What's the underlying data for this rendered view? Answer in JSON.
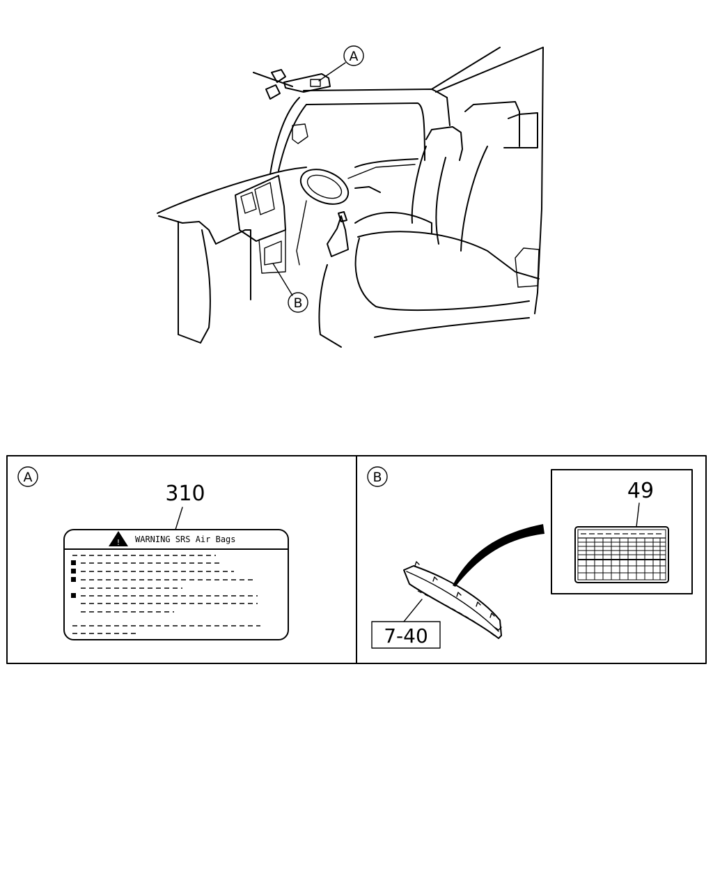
{
  "overview": {
    "callout_a": "A",
    "callout_b": "B"
  },
  "panel_a": {
    "letter": "A",
    "part_number": "310",
    "label_title": "WARNING SRS Air Bags"
  },
  "panel_b": {
    "letter": "B",
    "part_number": "49",
    "ref_box": "7-40"
  }
}
